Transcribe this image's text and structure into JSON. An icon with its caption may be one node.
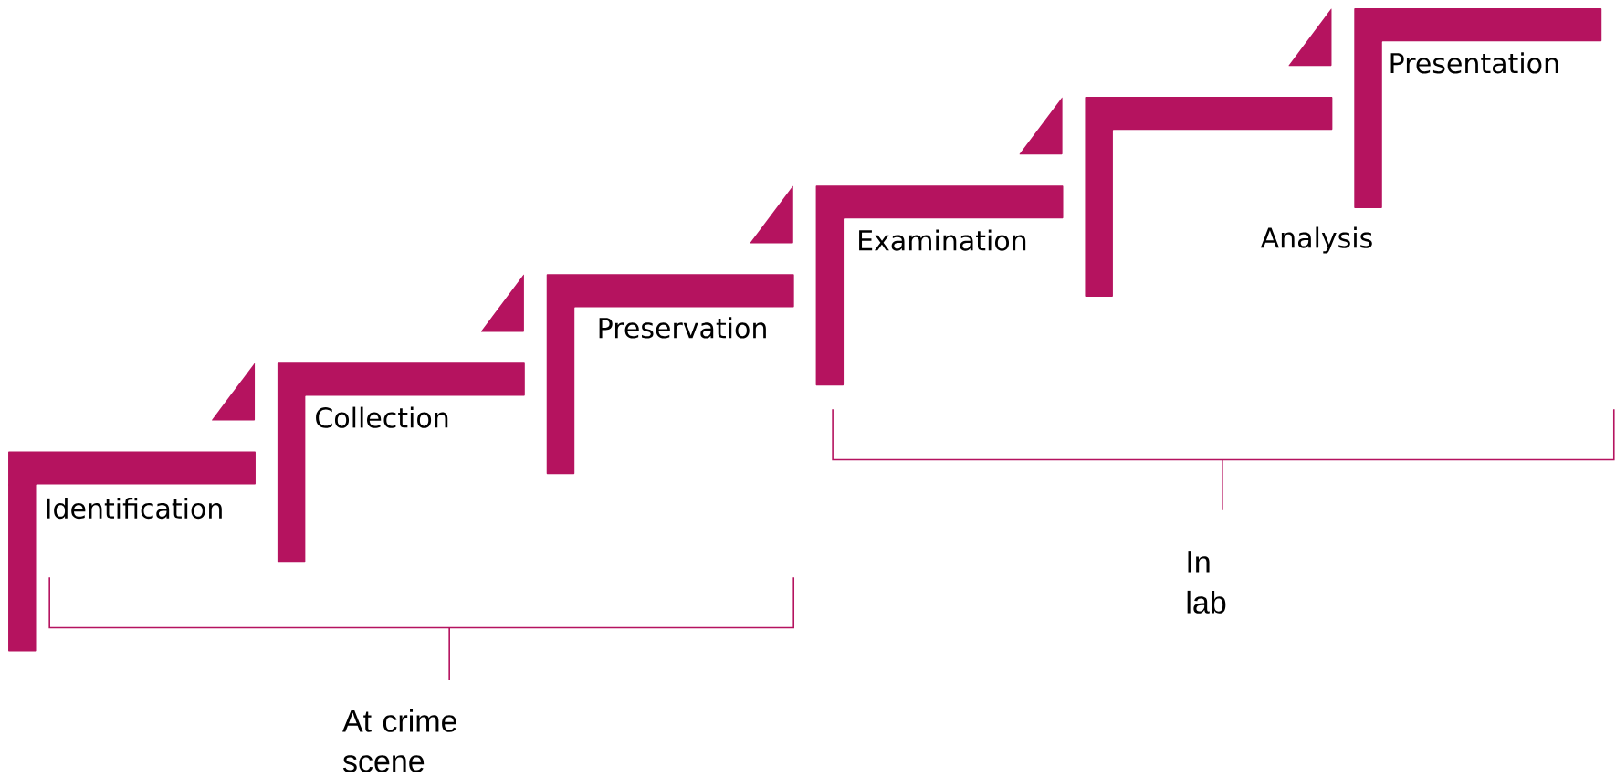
{
  "diagram": {
    "nodes": [
      {
        "text": [
          "Identification"
        ]
      },
      {
        "text": [
          "Collection"
        ]
      },
      {
        "text": [
          "Preservation"
        ]
      },
      {
        "text": [
          "Examination"
        ]
      },
      {
        "text": [
          "Analysis"
        ]
      },
      {
        "text": [
          "Presentation"
        ]
      }
    ],
    "labels": [
      "At crime scene",
      "In lab"
    ]
  }
}
